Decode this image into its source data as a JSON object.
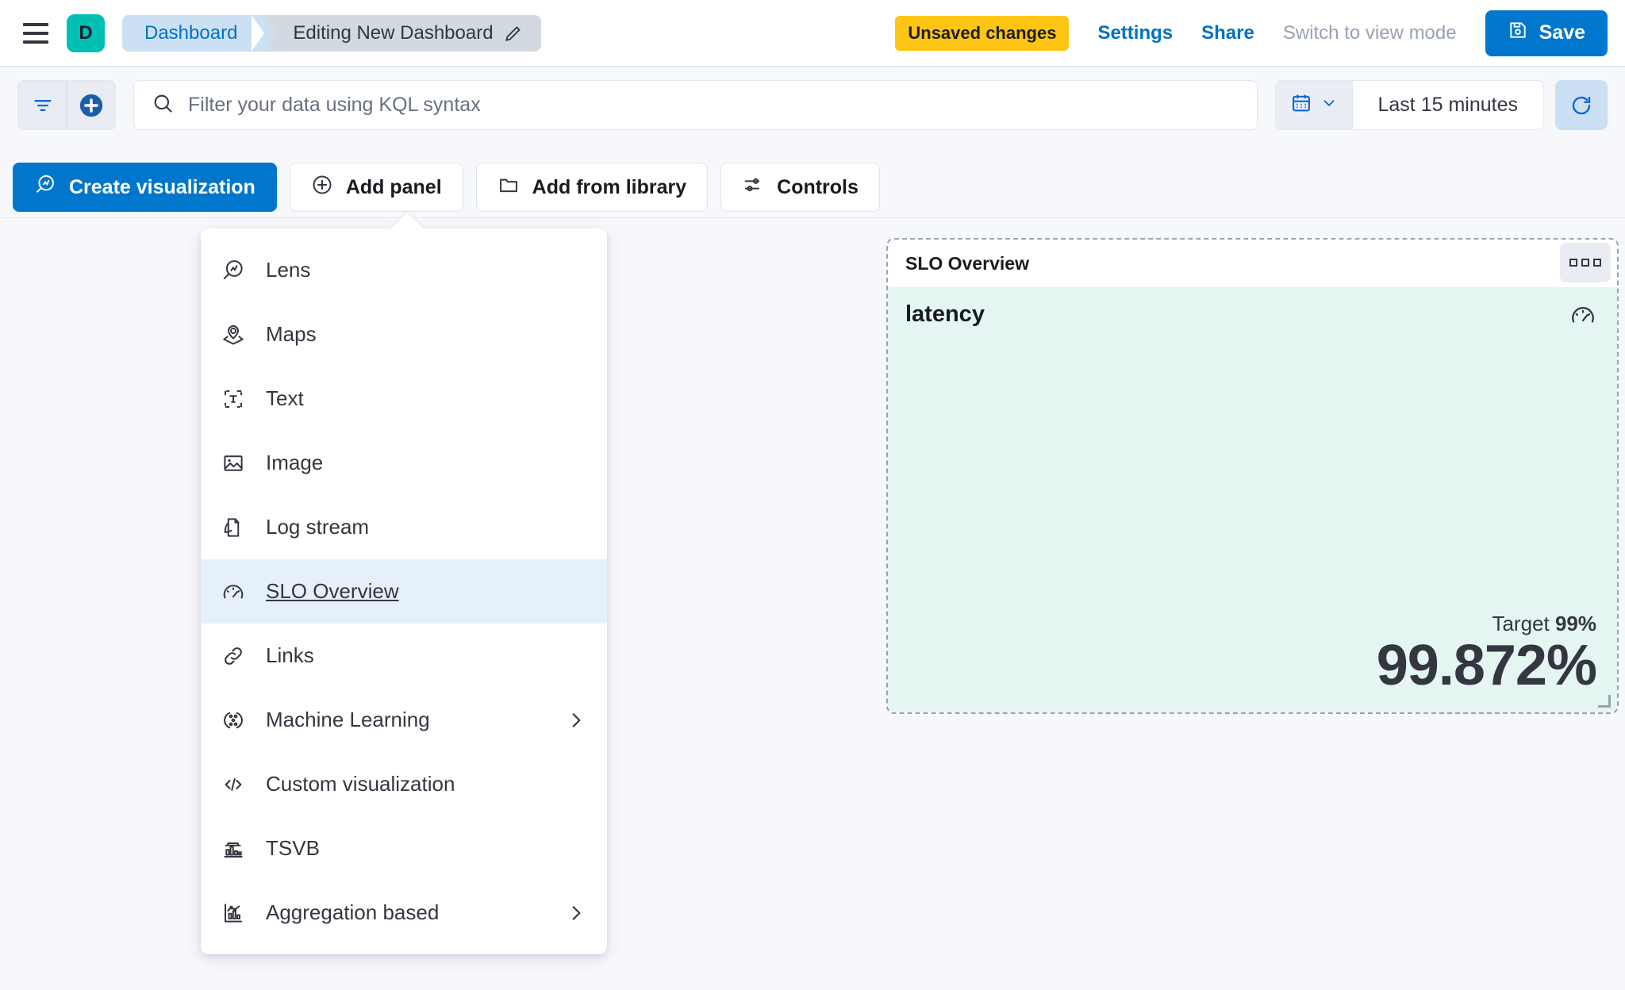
{
  "header": {
    "menu_icon": "hamburger-icon",
    "space_initial": "D",
    "breadcrumb_first": "Dashboard",
    "breadcrumb_last": "Editing New Dashboard",
    "edit_icon": "pencil-icon",
    "unsaved_badge": "Unsaved changes",
    "settings_link": "Settings",
    "share_link": "Share",
    "view_mode_link": "Switch to view mode",
    "save_label": "Save",
    "save_icon": "save-disk-icon"
  },
  "querybar": {
    "filter_icon": "filter-icon",
    "add_filter_icon": "plus-circle-icon",
    "search_icon": "search-icon",
    "search_value": "",
    "search_placeholder": "Filter your data using KQL syntax",
    "calendar_icon": "calendar-icon",
    "chevron_icon": "chevron-down-icon",
    "date_range": "Last 15 minutes",
    "refresh_icon": "refresh-icon"
  },
  "toolbar": {
    "create_visualization": "Create visualization",
    "add_panel": "Add panel",
    "add_from_library": "Add from library",
    "controls": "Controls"
  },
  "add_panel_menu": {
    "items": [
      {
        "label": "Lens",
        "icon": "lens-icon",
        "has_submenu": false,
        "selected": false
      },
      {
        "label": "Maps",
        "icon": "map-pin-icon",
        "has_submenu": false,
        "selected": false
      },
      {
        "label": "Text",
        "icon": "text-icon",
        "has_submenu": false,
        "selected": false
      },
      {
        "label": "Image",
        "icon": "image-icon",
        "has_submenu": false,
        "selected": false
      },
      {
        "label": "Log stream",
        "icon": "logs-icon",
        "has_submenu": false,
        "selected": false
      },
      {
        "label": "SLO Overview",
        "icon": "gauge-icon",
        "has_submenu": false,
        "selected": true
      },
      {
        "label": "Links",
        "icon": "link-icon",
        "has_submenu": false,
        "selected": false
      },
      {
        "label": "Machine Learning",
        "icon": "ml-icon",
        "has_submenu": true,
        "selected": false
      },
      {
        "label": "Custom visualization",
        "icon": "code-icon",
        "has_submenu": false,
        "selected": false
      },
      {
        "label": "TSVB",
        "icon": "tsvb-icon",
        "has_submenu": false,
        "selected": false
      },
      {
        "label": "Aggregation based",
        "icon": "agg-chart-icon",
        "has_submenu": true,
        "selected": false
      }
    ]
  },
  "slo_panel": {
    "title": "SLO Overview",
    "context_menu_icon": "panel-options-icon",
    "slo_name": "latency",
    "gauge_icon": "gauge-icon",
    "target_label": "Target",
    "target_value": "99%",
    "current_value": "99.872%",
    "background_color": "#e4f5f2"
  }
}
